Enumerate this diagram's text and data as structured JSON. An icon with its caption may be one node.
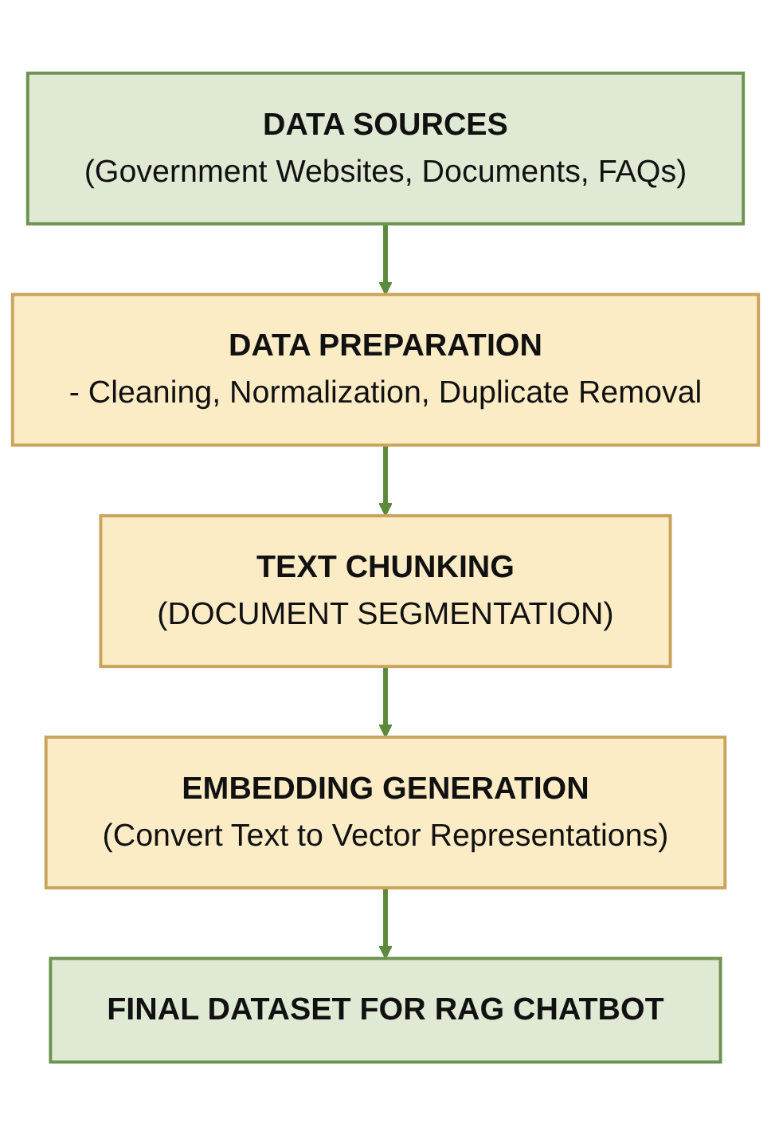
{
  "diagram": {
    "nodes": [
      {
        "text": [
          "DATA SOURCES",
          "(Government Websites, Documents, FAQs)"
        ]
      },
      {
        "text": [
          "DATA PREPARATION",
          "- Cleaning, Normalization, Duplicate Removal"
        ]
      },
      {
        "text": [
          "TEXT CHUNKING",
          "(DOCUMENT SEGMENTATION)"
        ]
      },
      {
        "text": [
          "EMBEDDING GENERATION",
          "(Convert Text to Vector Representations)"
        ]
      },
      {
        "text": [
          "FINAL DATASET FOR RAG CHATBOT"
        ]
      }
    ],
    "edges": [
      {
        "from": 0,
        "to": 1,
        "arrow": "to"
      },
      {
        "from": 1,
        "to": 2,
        "arrow": "to"
      },
      {
        "from": 2,
        "to": 3,
        "arrow": "to"
      },
      {
        "from": 3,
        "to": 4,
        "arrow": "to"
      }
    ]
  }
}
